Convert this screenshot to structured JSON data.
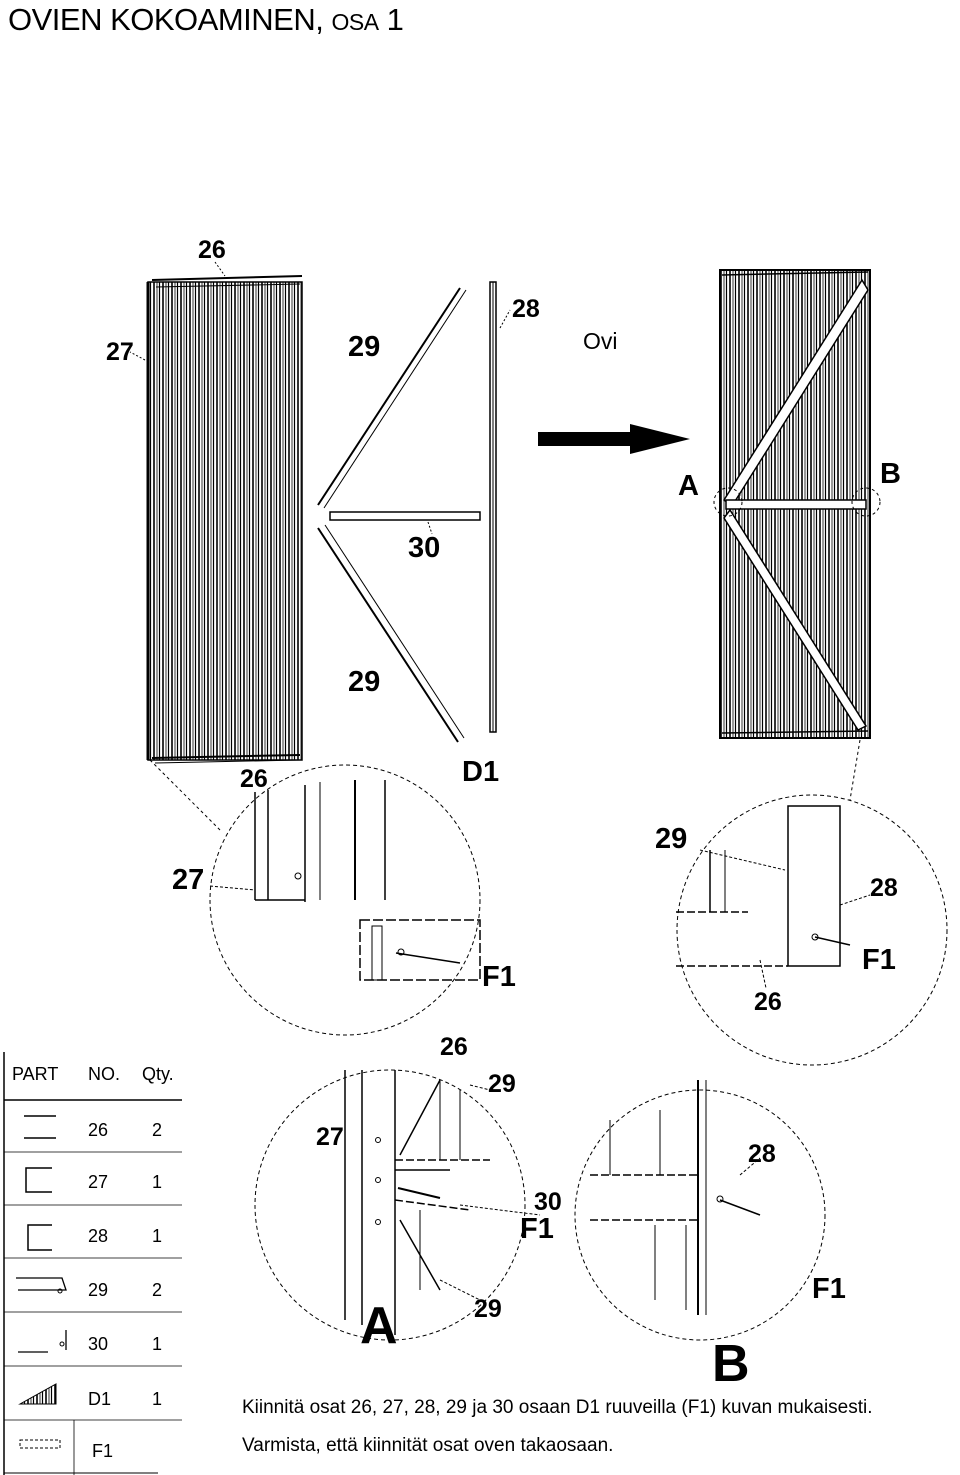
{
  "title": {
    "main": "OVIEN KOKOAMINEN,",
    "sub": "OSA",
    "num": "1"
  },
  "labels": {
    "top_26": "26",
    "top_27": "27",
    "top_29a": "29",
    "top_28": "28",
    "top_30": "30",
    "top_29b": "29",
    "top_26b": "26",
    "top_d1": "D1",
    "ovi": "Ovi",
    "door_a": "A",
    "door_b": "B"
  },
  "detail_left": {
    "l27": "27",
    "f1": "F1"
  },
  "detail_right": {
    "l29": "29",
    "l28": "28",
    "f1": "F1",
    "l26": "26"
  },
  "detail_a": {
    "l26": "26",
    "l29": "29",
    "l27": "27",
    "l30": "30",
    "f1": "F1",
    "l29b": "29",
    "big": "A"
  },
  "detail_b": {
    "l28": "28",
    "f1": "F1",
    "big": "B"
  },
  "parts_table": {
    "headers": {
      "part": "PART",
      "no": "NO.",
      "qty": "Qty."
    },
    "rows": [
      {
        "no": "26",
        "qty": "2"
      },
      {
        "no": "27",
        "qty": "1"
      },
      {
        "no": "28",
        "qty": "1"
      },
      {
        "no": "29",
        "qty": "2"
      },
      {
        "no": "30",
        "qty": "1"
      },
      {
        "no": "D1",
        "qty": "1"
      },
      {
        "no": "F1",
        "qty": ""
      }
    ]
  },
  "instructions": {
    "line1": "Kiinnitä osat 26, 27, 28, 29 ja 30 osaan D1 ruuveilla (F1) kuvan mukaisesti.",
    "line2": "Varmista, että kiinnität osat oven takaosaan."
  }
}
